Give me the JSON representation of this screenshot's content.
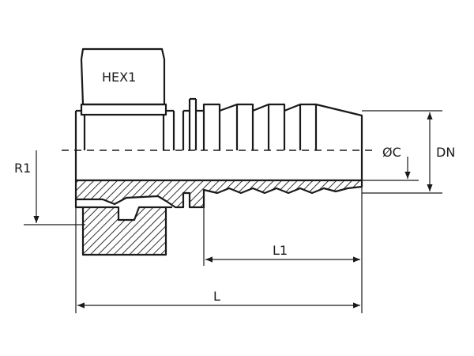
{
  "labels": {
    "hex": "HEX1",
    "radius": "R1",
    "bore": "ØC",
    "nominal": "DN",
    "shank_length": "L1",
    "total_length": "L"
  },
  "colors": {
    "line": "#1a1a1a",
    "background": "#ffffff"
  },
  "icons": {
    "dimension_arrow": "arrow-head-icon"
  }
}
